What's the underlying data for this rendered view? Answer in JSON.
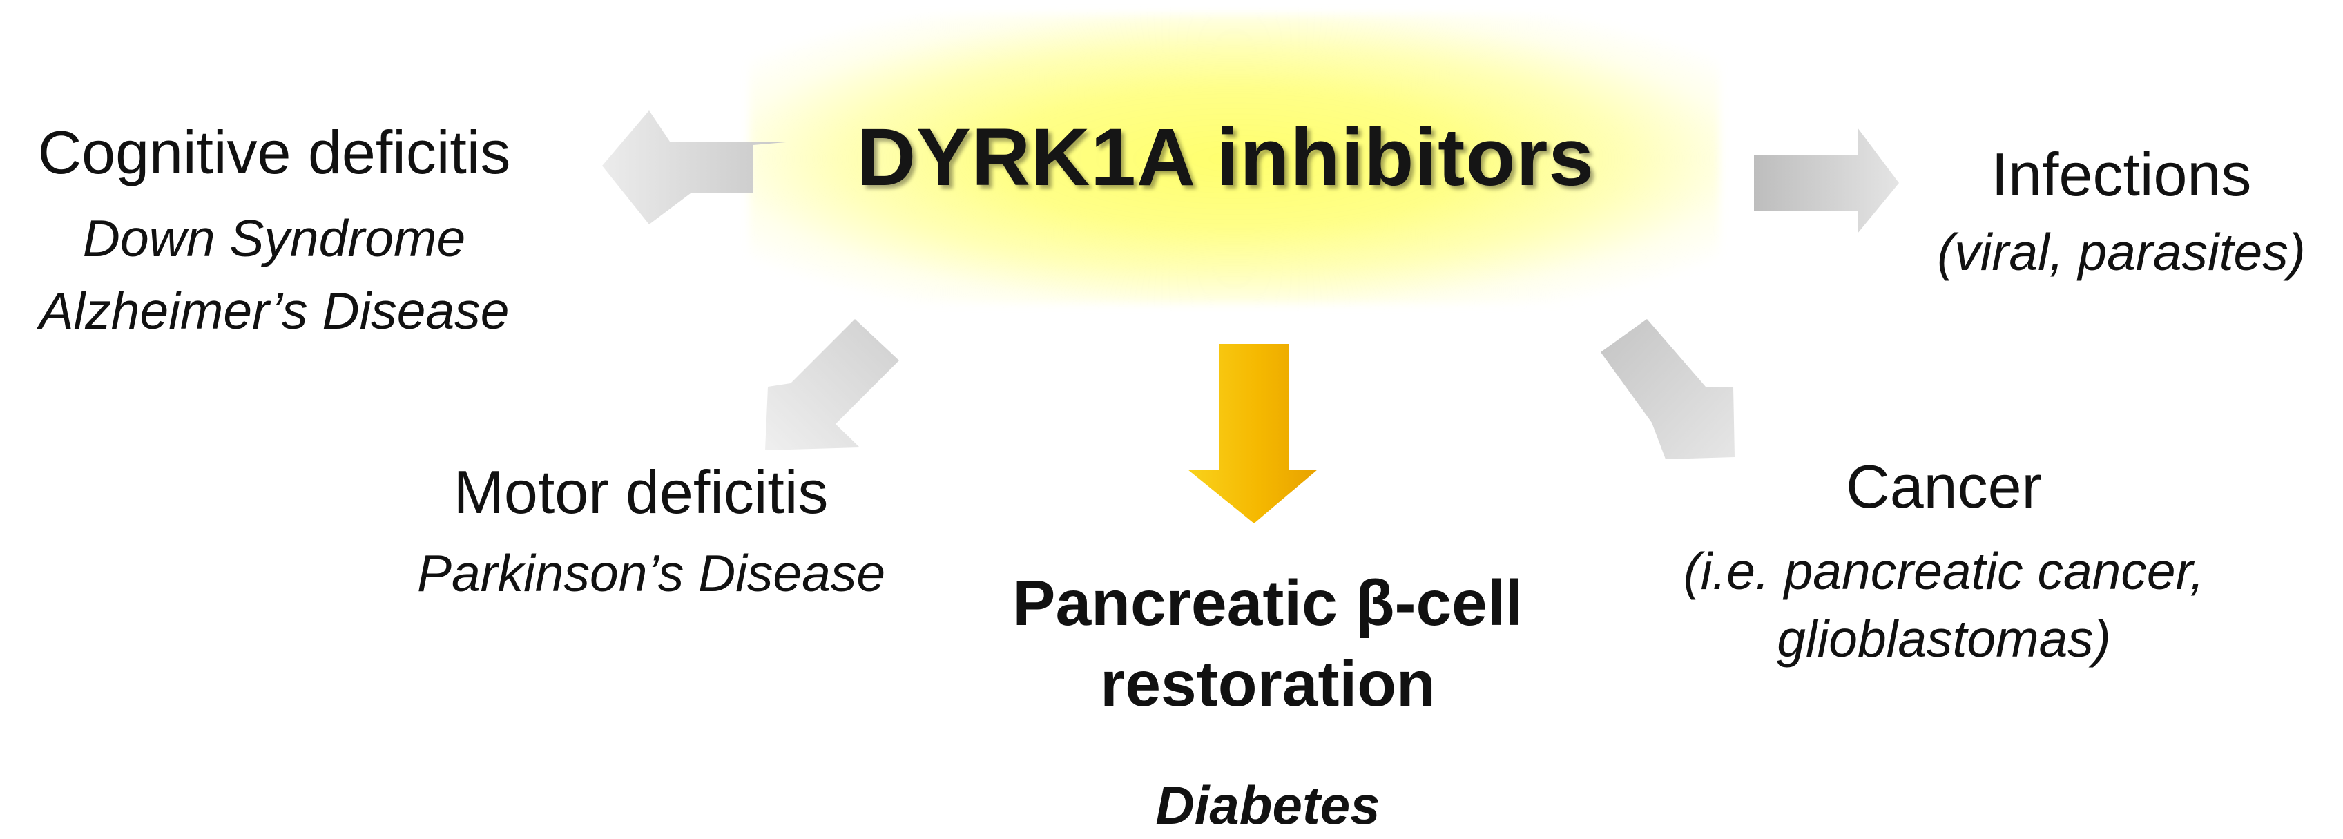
{
  "title": "DYRK1A inhibitors",
  "cognitive": {
    "heading": "Cognitive deficitis",
    "diseases": [
      "Down Syndrome",
      "Alzheimer’s Disease"
    ]
  },
  "infections": {
    "heading": "Infections",
    "detail": "(viral, parasites)"
  },
  "motor": {
    "heading": "Motor deficitis",
    "detail": "Parkinson’s Disease"
  },
  "pancreatic": {
    "heading_lines": [
      "Pancreatic β-cell",
      "restoration"
    ],
    "disease": "Diabetes"
  },
  "cancer": {
    "heading": "Cancer",
    "detail_lines": [
      "(i.e. pancreatic cancer,",
      "glioblastomas)"
    ]
  },
  "colors": {
    "highlight": "#ffff80",
    "arrow_gray": "#c8c8c8",
    "arrow_yellow": "#f5c000"
  },
  "icons": [
    "arrow-left-icon",
    "arrow-right-icon",
    "arrow-down-left-icon",
    "arrow-down-icon",
    "arrow-down-right-icon"
  ]
}
